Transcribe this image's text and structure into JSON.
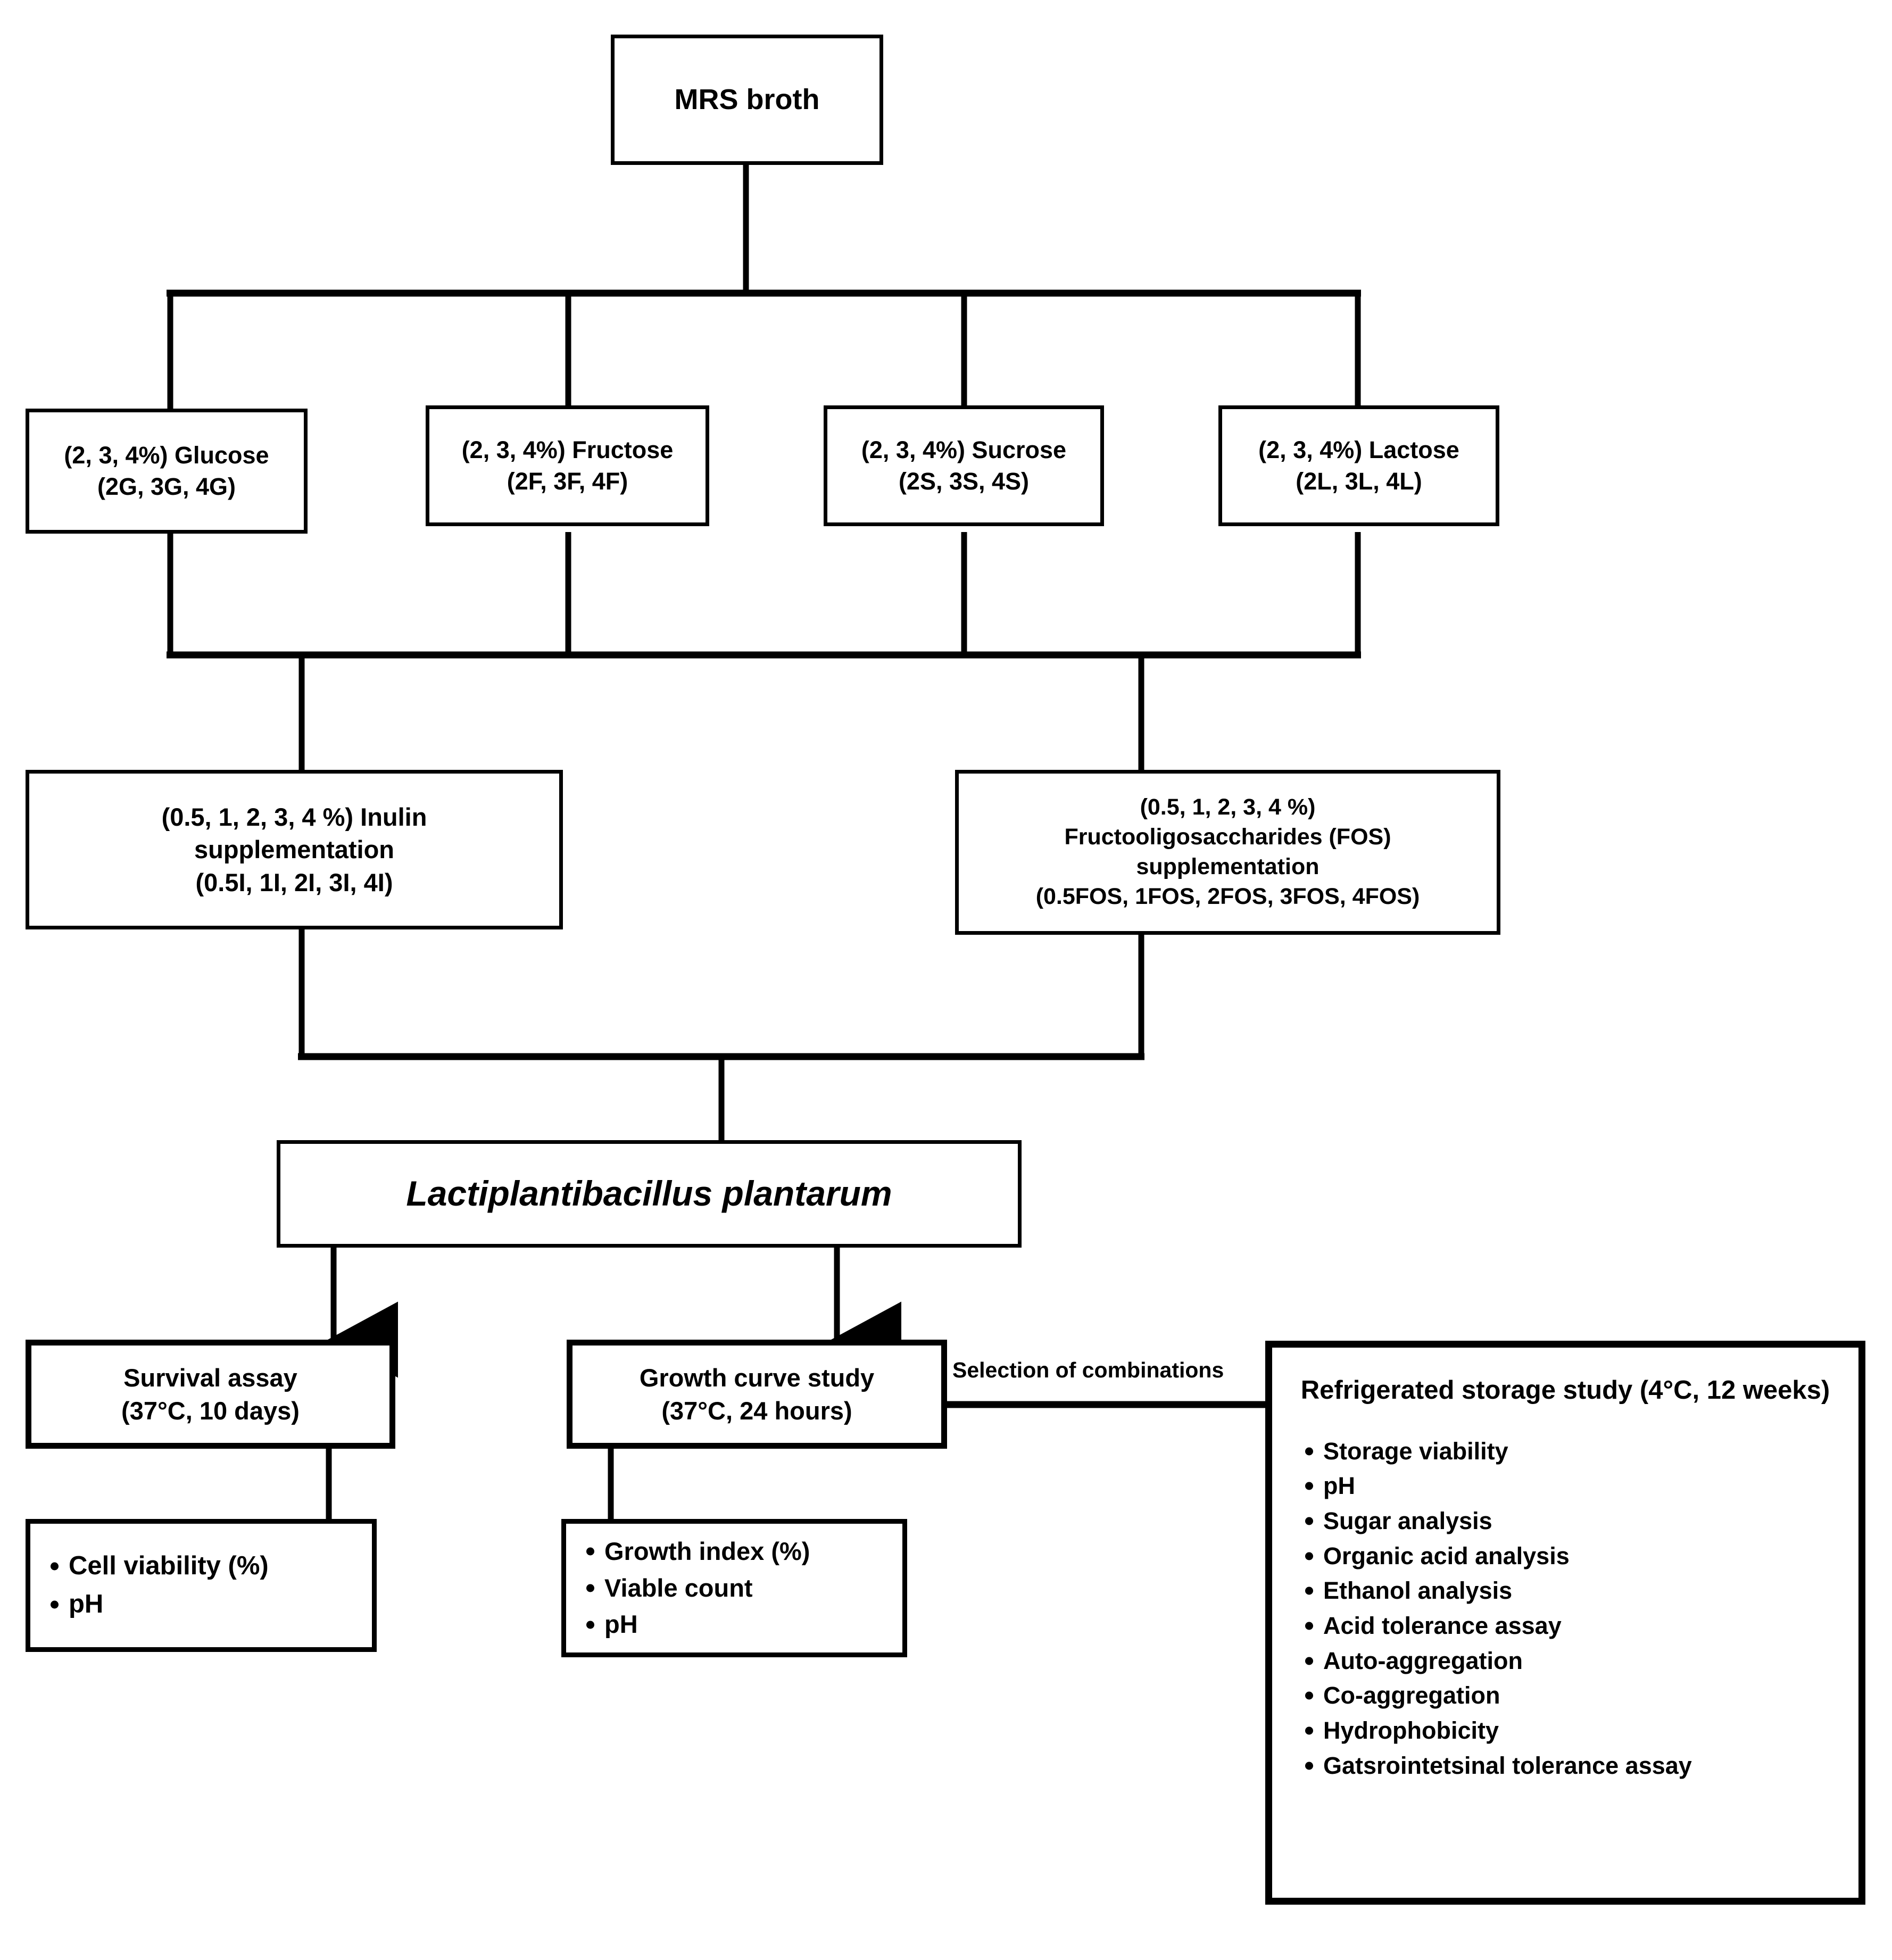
{
  "diagram": {
    "title": "MRS broth experimental design flowchart",
    "line_color": "#000000",
    "box_fill": "#ffffff",
    "text_color": "#000000"
  },
  "nodes": {
    "mrs_broth": {
      "lines": [
        "MRS broth"
      ]
    },
    "glucose": {
      "lines": [
        "(2, 3, 4%) Glucose",
        "(2G, 3G, 4G)"
      ]
    },
    "fructose": {
      "lines": [
        "(2, 3, 4%) Fructose",
        "(2F, 3F, 4F)"
      ]
    },
    "sucrose": {
      "lines": [
        "(2, 3, 4%) Sucrose",
        "(2S, 3S, 4S)"
      ]
    },
    "lactose": {
      "lines": [
        "(2, 3, 4%) Lactose",
        "(2L, 3L, 4L)"
      ]
    },
    "inulin": {
      "lines": [
        "(0.5, 1, 2, 3, 4 %) Inulin",
        "supplementation",
        "(0.5I, 1I, 2I, 3I, 4I)"
      ]
    },
    "fos": {
      "lines": [
        "(0.5, 1, 2, 3, 4 %)",
        "Fructooligosaccharides  (FOS)",
        "supplementation",
        "(0.5FOS, 1FOS, 2FOS, 3FOS, 4FOS)"
      ]
    },
    "organism": {
      "lines": [
        "Lactiplantibacillus plantarum"
      ]
    },
    "survival_assay": {
      "lines": [
        "Survival assay",
        "(37°C, 10 days)"
      ]
    },
    "growth_curve": {
      "lines": [
        "Growth curve study",
        "(37°C, 24 hours)"
      ]
    },
    "refrigerated_storage": {
      "lines": [
        "Refrigerated storage study",
        "(4°C, 12 weeks)"
      ]
    }
  },
  "outputs": {
    "survival_outputs": [
      "Cell viability (%)",
      "pH"
    ],
    "growth_outputs": [
      "Growth index (%)",
      "Viable count",
      "pH"
    ],
    "storage_outputs": [
      "Storage viability",
      "pH",
      "Sugar analysis",
      "Organic acid analysis",
      "Ethanol analysis",
      "Acid tolerance assay",
      "Auto-aggregation",
      "Co-aggregation",
      "Hydrophobicity",
      "Gatsrointetsinal tolerance assay"
    ]
  },
  "edges": {
    "selection_label": "Selection of combinations"
  }
}
